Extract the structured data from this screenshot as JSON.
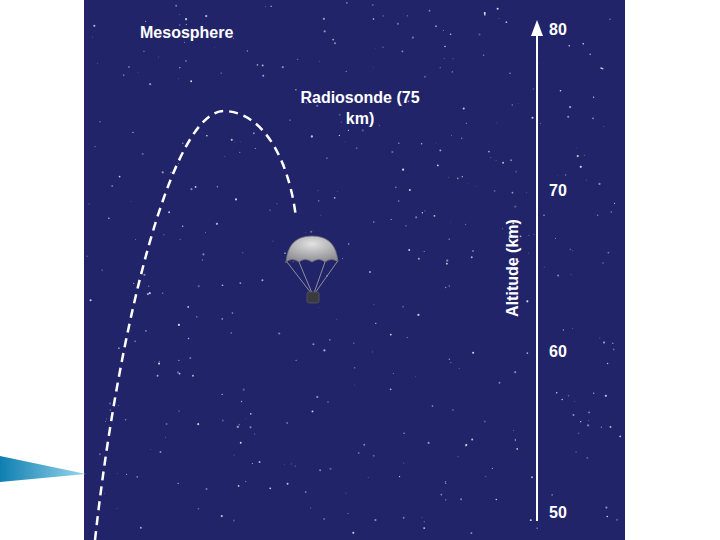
{
  "diagram": {
    "labels": [
      "Mesosphere",
      "Radiosonde (75 km)",
      "Altitude (km)",
      "80",
      "70",
      "60",
      "50"
    ]
  }
}
